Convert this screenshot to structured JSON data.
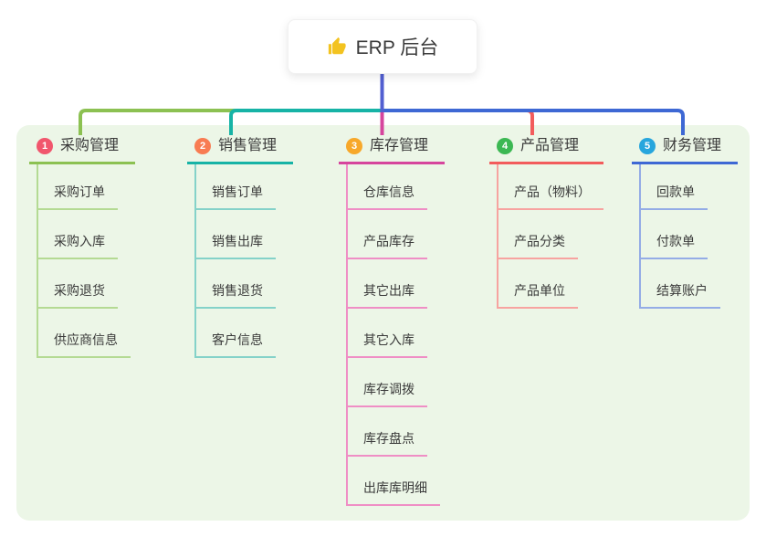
{
  "root": {
    "icon": "thumbs-up",
    "title": "ERP 后台"
  },
  "branches": [
    {
      "index": "1",
      "label": "采购管理",
      "badge_color": "#f1566d",
      "line_color": "#8cc152",
      "child_line_color": "#b4da93",
      "children": [
        "采购订单",
        "采购入库",
        "采购退货",
        "供应商信息"
      ]
    },
    {
      "index": "2",
      "label": "销售管理",
      "badge_color": "#f87c52",
      "line_color": "#17b3a6",
      "child_line_color": "#84d2c9",
      "children": [
        "销售订单",
        "销售出库",
        "销售退货",
        "客户信息"
      ]
    },
    {
      "index": "3",
      "label": "库存管理",
      "badge_color": "#f7a82a",
      "line_color": "#d6459d",
      "child_line_color": "#ef8ec5",
      "children": [
        "仓库信息",
        "产品库存",
        "其它出库",
        "其它入库",
        "库存调拨",
        "库存盘点",
        "出库库明细"
      ]
    },
    {
      "index": "4",
      "label": "产品管理",
      "badge_color": "#3cb853",
      "line_color": "#f25c5c",
      "child_line_color": "#f7a3a0",
      "children": [
        "产品（物料）",
        "产品分类",
        "产品单位"
      ]
    },
    {
      "index": "5",
      "label": "财务管理",
      "badge_color": "#27a6dd",
      "line_color": "#3e68d4",
      "child_line_color": "#94ace6",
      "children": [
        "回款单",
        "付款单",
        "结算账户"
      ]
    }
  ],
  "colors": {
    "page_bg": "#ffffff",
    "panel_bg": "#ecf6e7",
    "root_line": "#525fd1",
    "text": "#3a3a3a",
    "icon_color": "#f3c320"
  }
}
